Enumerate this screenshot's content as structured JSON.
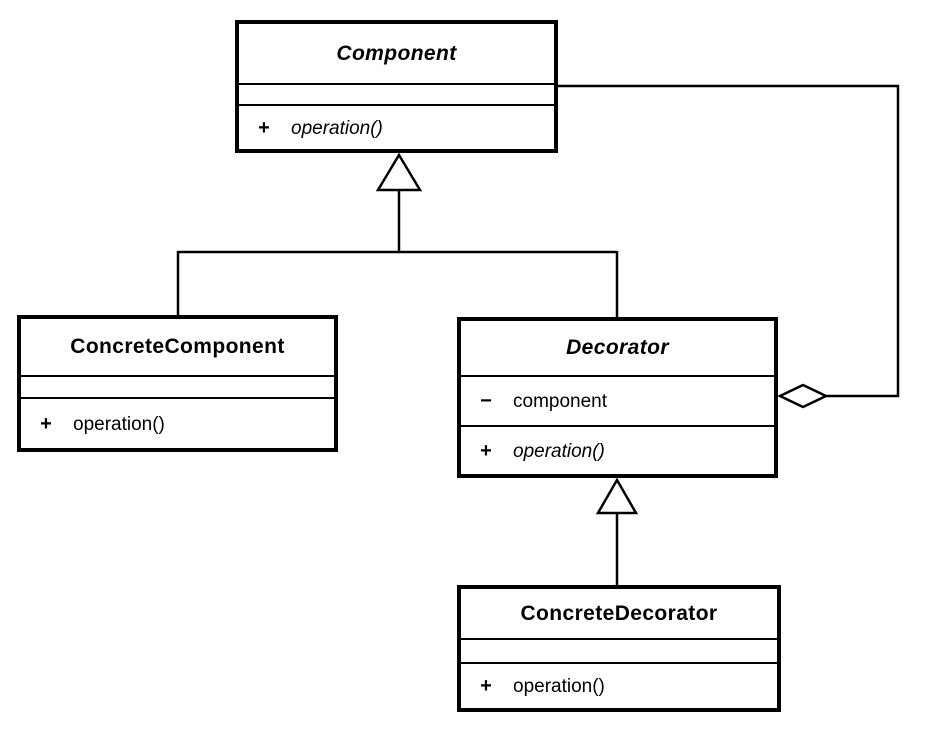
{
  "classes": {
    "component": {
      "name": "Component",
      "attributes": [],
      "methods": [
        {
          "visibility": "+",
          "name": "operation()"
        }
      ]
    },
    "concrete_component": {
      "name": "ConcreteComponent",
      "attributes": [],
      "methods": [
        {
          "visibility": "+",
          "name": "operation()"
        }
      ]
    },
    "decorator": {
      "name": "Decorator",
      "attributes": [
        {
          "visibility": "−",
          "name": "component"
        }
      ],
      "methods": [
        {
          "visibility": "+",
          "name": "operation()"
        }
      ]
    },
    "concrete_decorator": {
      "name": "ConcreteDecorator",
      "attributes": [],
      "methods": [
        {
          "visibility": "+",
          "name": "operation()"
        }
      ]
    }
  },
  "relationships": [
    {
      "type": "generalization",
      "from": "ConcreteComponent",
      "to": "Component"
    },
    {
      "type": "generalization",
      "from": "Decorator",
      "to": "Component"
    },
    {
      "type": "generalization",
      "from": "ConcreteDecorator",
      "to": "Decorator"
    },
    {
      "type": "aggregation",
      "owner": "Decorator",
      "part": "Component"
    }
  ],
  "colors": {
    "line": "#000000",
    "background": "#ffffff",
    "box_fill": "#ffffff"
  }
}
